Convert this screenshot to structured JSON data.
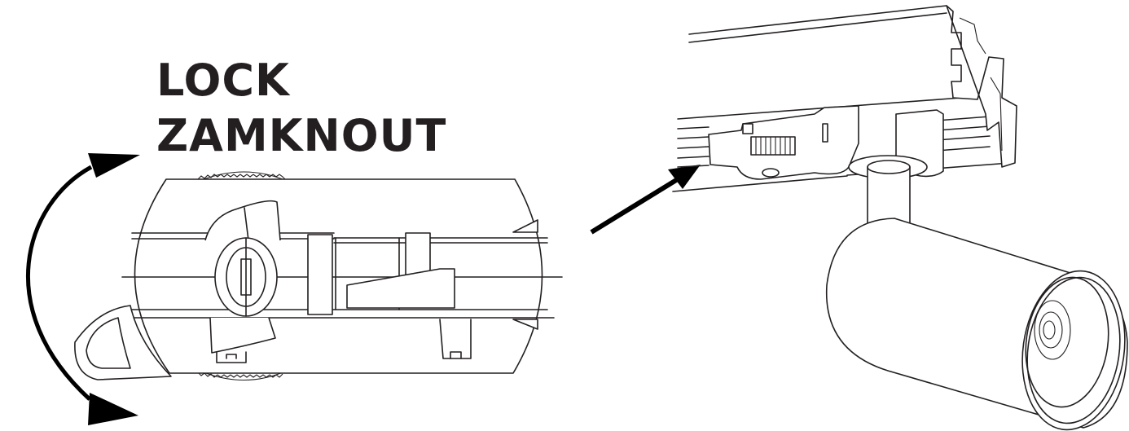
{
  "diagram": {
    "labels": {
      "line1": "LOCK",
      "line2": "ZAMKNOUT"
    },
    "components": {
      "rotation_arrow": "double-headed curved arrow indicating rotation",
      "adapter_detail": "close-up of track adapter locking mechanism",
      "pointer_arrow": "arrow pointing to lock location on adapter",
      "track_rail": "3-phase track rail profile",
      "spotlight": "cylindrical track spotlight"
    },
    "colors": {
      "ink": "#231f20",
      "background": "#ffffff"
    }
  }
}
